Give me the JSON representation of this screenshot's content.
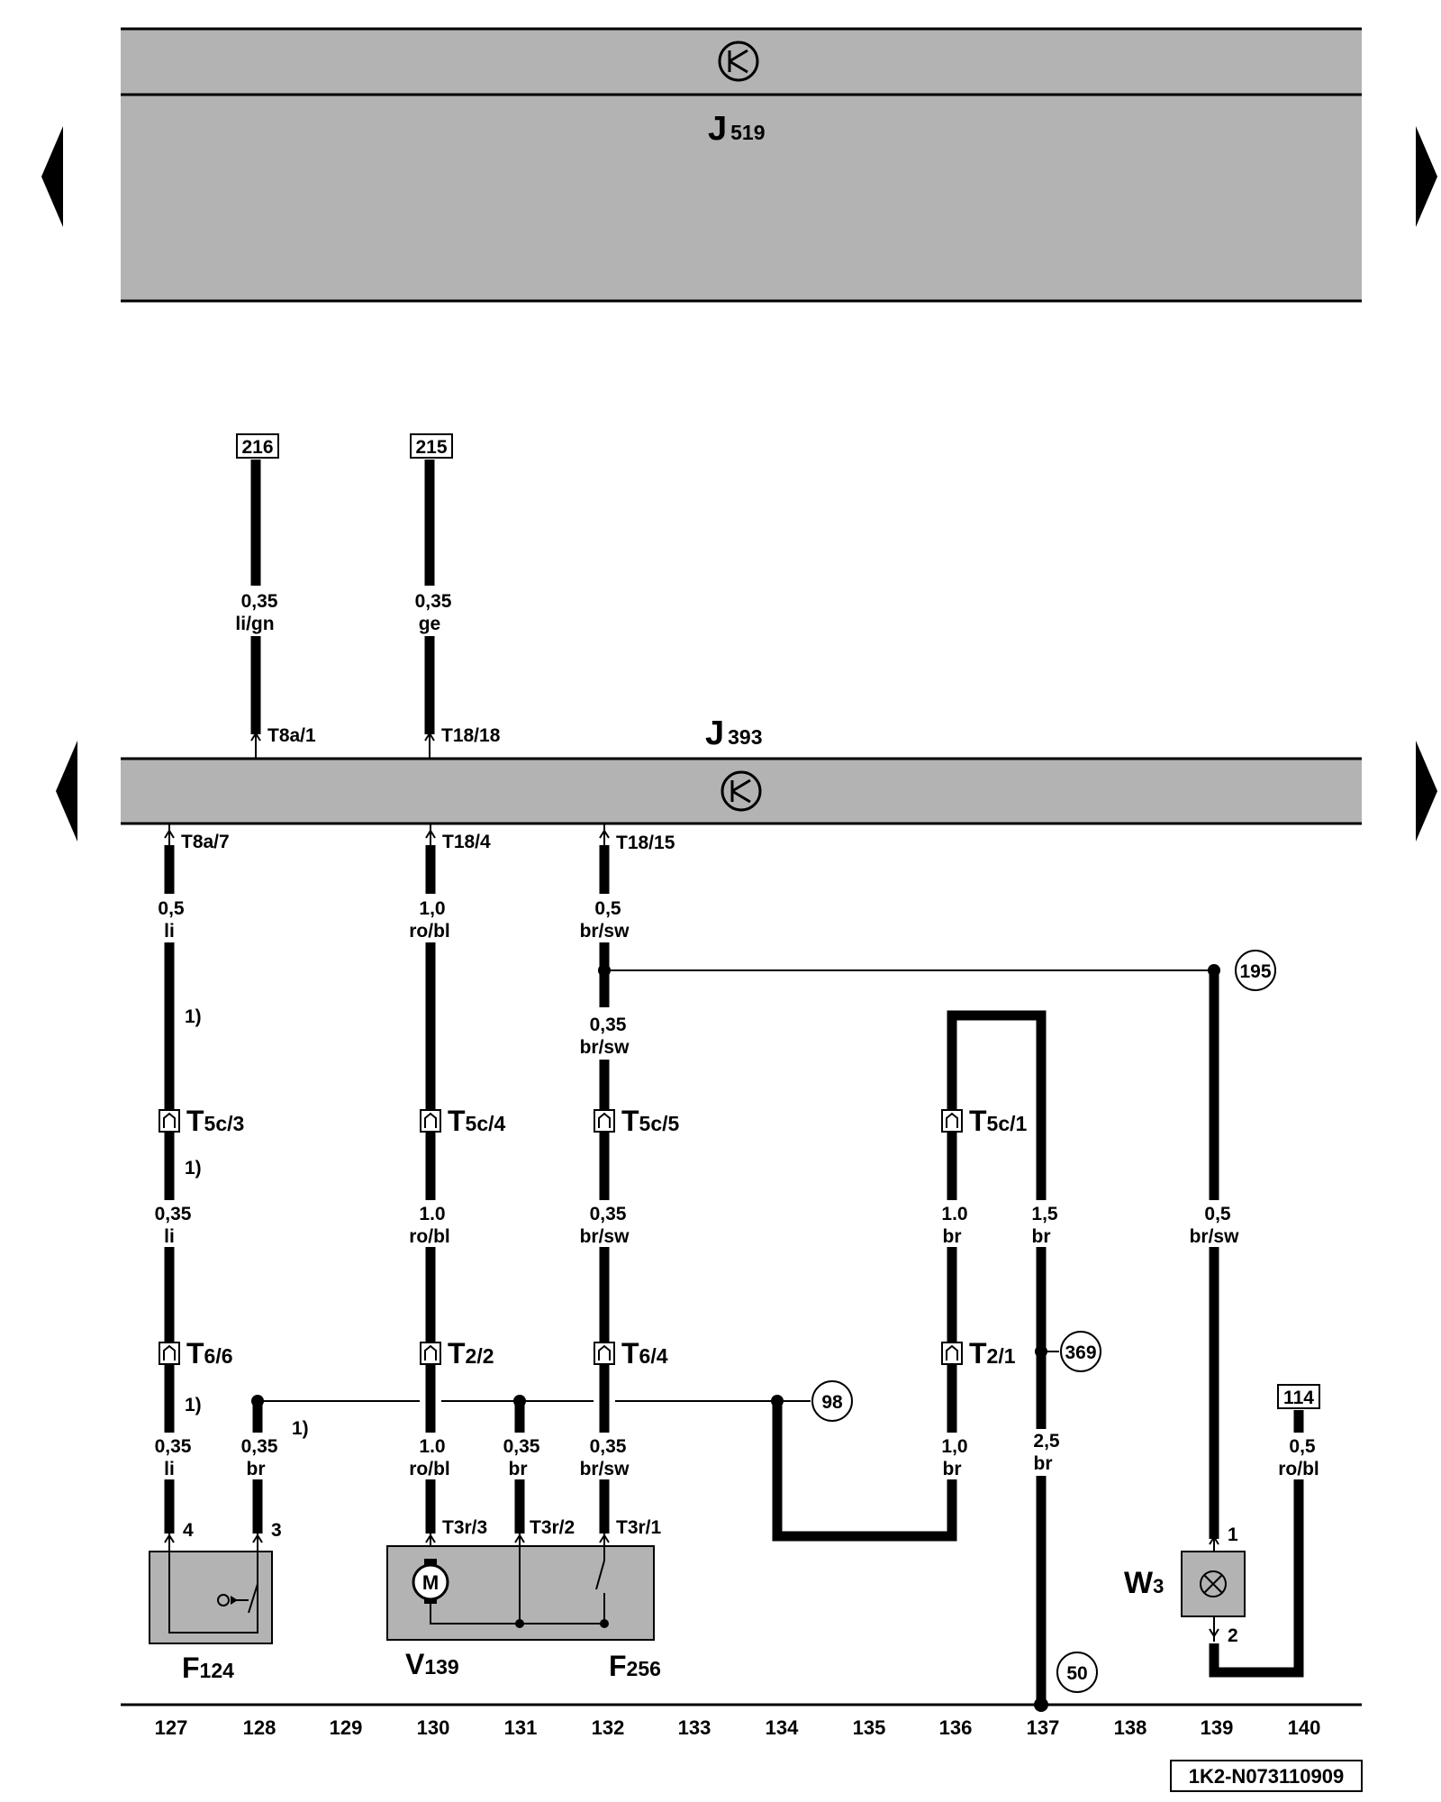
{
  "modules": {
    "top": {
      "letter": "J",
      "sub": "519"
    },
    "gateway": {
      "letter": "J",
      "sub": "393"
    }
  },
  "refs": {
    "r216": "216",
    "r215": "215",
    "r114": "114",
    "c195": "195",
    "c98": "98",
    "c369": "369",
    "c50": "50"
  },
  "wires": {
    "w216": {
      "size": "0,35",
      "color": "li/gn"
    },
    "w215": {
      "size": "0,35",
      "color": "ge"
    },
    "w127a": {
      "size": "0,5",
      "color": "li"
    },
    "w130a": {
      "size": "1,0",
      "color": "ro/bl"
    },
    "w132a": {
      "size": "0,5",
      "color": "br/sw"
    },
    "w132b": {
      "size": "0,35",
      "color": "br/sw"
    },
    "w127b": {
      "size": "0,35",
      "color": "li"
    },
    "w130b": {
      "size": "1.0",
      "color": "ro/bl"
    },
    "w132c": {
      "size": "0,35",
      "color": "br/sw"
    },
    "w136a": {
      "size": "1.0",
      "color": "br"
    },
    "w137a": {
      "size": "1,5",
      "color": "br"
    },
    "w139": {
      "size": "0,5",
      "color": "br/sw"
    },
    "w127c": {
      "size": "0,35",
      "color": "li"
    },
    "w128": {
      "size": "0,35",
      "color": "br"
    },
    "w130c": {
      "size": "1.0",
      "color": "ro/bl"
    },
    "w131": {
      "size": "0,35",
      "color": "br"
    },
    "w132d": {
      "size": "0,35",
      "color": "br/sw"
    },
    "w136b": {
      "size": "1,0",
      "color": "br"
    },
    "w137b": {
      "size": "2,5",
      "color": "br"
    },
    "w140": {
      "size": "0,5",
      "color": "ro/bl"
    }
  },
  "pins": {
    "t8a1": "T8a/1",
    "t1818": "T18/18",
    "t8a7": "T8a/7",
    "t184": "T18/4",
    "t1815": "T18/15",
    "t3r3": "T3r/3",
    "t3r2": "T3r/2",
    "t3r1": "T3r/1",
    "p4": "4",
    "p3": "3",
    "p1": "1",
    "p2": "2"
  },
  "connectors": {
    "t5c3": {
      "letter": "T",
      "sub": "5c/3"
    },
    "t5c4": {
      "letter": "T",
      "sub": "5c/4"
    },
    "t5c5": {
      "letter": "T",
      "sub": "5c/5"
    },
    "t5c1": {
      "letter": "T",
      "sub": "5c/1"
    },
    "t66": {
      "letter": "T",
      "sub": "6/6"
    },
    "t22": {
      "letter": "T",
      "sub": "2/2"
    },
    "t64": {
      "letter": "T",
      "sub": "6/4"
    },
    "t21": {
      "letter": "T",
      "sub": "2/1"
    }
  },
  "components": {
    "f124": {
      "letter": "F",
      "sub": "124"
    },
    "v139": {
      "letter": "V",
      "sub": "139"
    },
    "f256": {
      "letter": "F",
      "sub": "256"
    },
    "w3": {
      "letter": "W",
      "sub": "3"
    },
    "motor": "M"
  },
  "footnotes": {
    "n1": "1)",
    "n2": "1)",
    "n3": "1)",
    "n4": "1)"
  },
  "track_numbers": [
    "127",
    "128",
    "129",
    "130",
    "131",
    "132",
    "133",
    "134",
    "135",
    "136",
    "137",
    "138",
    "139",
    "140"
  ],
  "drawing_id": "1K2-N073110909"
}
